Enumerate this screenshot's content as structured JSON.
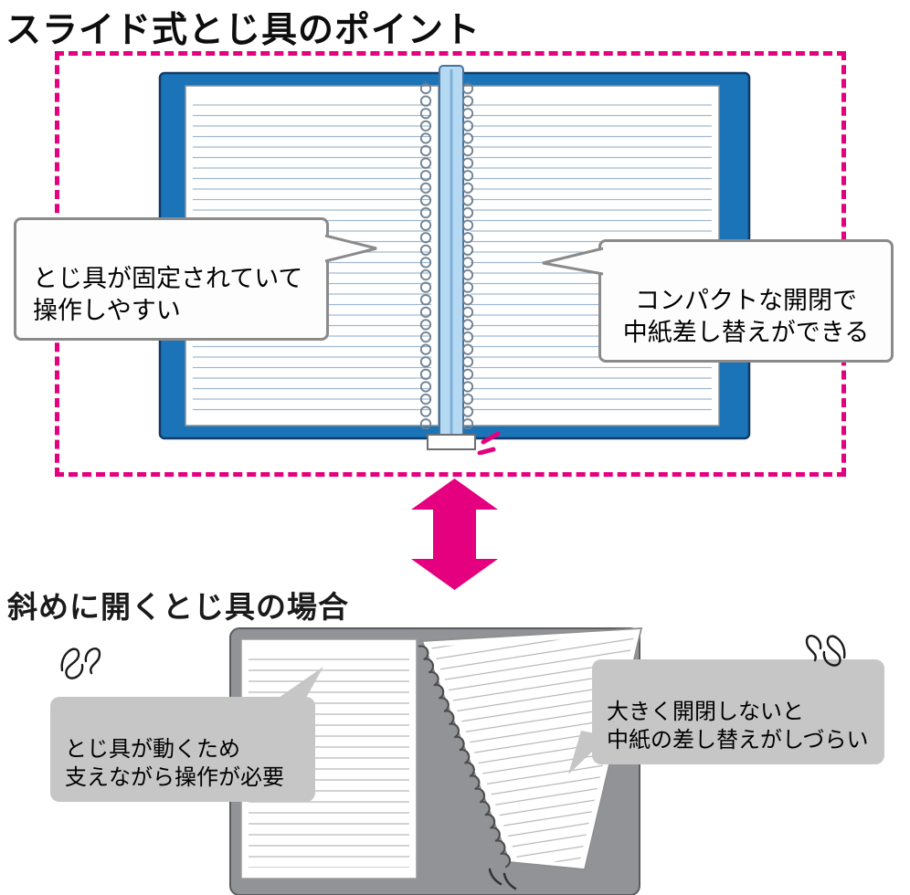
{
  "colors": {
    "accent_pink": "#e4007f",
    "cover_blue": "#1b74b8",
    "binding_blue": "#b5d9f2",
    "page_line_blue": "#9db6cf",
    "bubble_border_gray": "#8a8a8a",
    "bubble_fill_light": "#fdfdfd",
    "bubble_fill_gray": "#c6c6c6",
    "notebook_gray": "#919396"
  },
  "icons": {
    "swap_arrow": "two-way-vertical-arrow",
    "frustration": "scribble-annoyance-mark",
    "motion": "motion-dash-lines"
  },
  "sections": {
    "slide": {
      "title": "スライド式とじ具のポイント",
      "bubbles": {
        "fixed": "とじ具が固定されていて\n操作しやすい",
        "compact": "コンパクトな開閉で\n中紙差し替えができる"
      }
    },
    "diagonal": {
      "title": "斜めに開くとじ具の場合",
      "bubbles": {
        "moves": "とじ具が動くため\n支えながら操作が必要",
        "hard": "大きく開閉しないと\n中紙の差し替えがしづらい"
      }
    }
  }
}
